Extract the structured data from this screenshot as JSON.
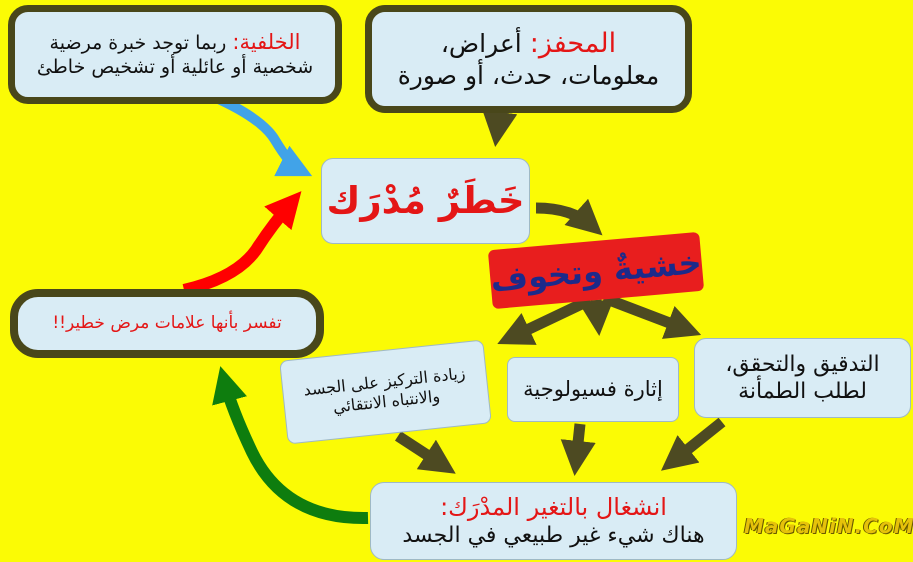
{
  "background": {
    "label": "الخلفية:",
    "text": "ربما توجد خبرة مرضية شخصية أو عائلية أو تشخيص خاطئ"
  },
  "trigger": {
    "label": "المحفز:",
    "text": "أعراض، معلومات، حدث، أو صورة"
  },
  "perceived_danger": "خَطَرٌ مُدْرَك",
  "fear": "خشيةٌ وتخوف",
  "interpretation": "تفسر بأنها علامات مرض خطير!!",
  "focus": "زيادة التركيز على الجسد والانتباه الانتقائي",
  "arousal": "إثارة فسيولوجية",
  "checking": "التدقيق والتحقق، لطلب الطمأنة",
  "preoccupation": {
    "label": "انشغال بالتغير المدْرَك:",
    "text": "هناك شيء غير طبيعي في الجسد"
  },
  "watermark": "MaGaNiN.CoM",
  "colors": {
    "background": "#fbfb05",
    "box_fill": "#d9ecf5",
    "box_border": "#49471a",
    "label_red": "#e41616",
    "fear_box": "#e81e1e",
    "fear_text": "#1c2a8a",
    "arrow_olive": "#4d4a22",
    "arrow_blue": "#41a3e8",
    "arrow_red": "#ff0000",
    "arrow_green": "#0e7d0e"
  }
}
